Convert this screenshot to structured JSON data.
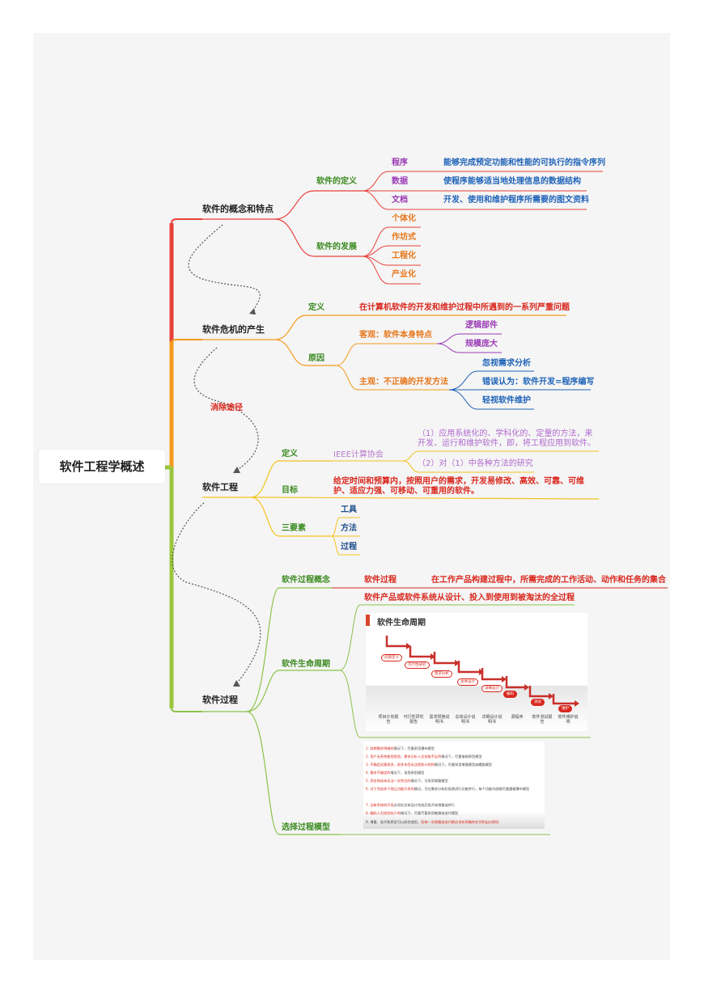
{
  "root": "软件工程学概述",
  "colors": {
    "red": "#e8413a",
    "orange": "#f39a1e",
    "yellowgreen": "#9bc63b",
    "green": "#8bc34a"
  },
  "s1": {
    "title": "软件的概念和特点",
    "def": {
      "label": "软件的定义",
      "items": [
        {
          "k": "程序",
          "v": "能够完成预定功能和性能的可执行的指令序列"
        },
        {
          "k": "数据",
          "v": "使程序能够适当地处理信息的数据结构"
        },
        {
          "k": "文档",
          "v": "开发、使用和维护程序所需要的图文资料"
        }
      ]
    },
    "dev": {
      "label": "软件的发展",
      "items": [
        "个体化",
        "作坊式",
        "工程化",
        "产业化"
      ]
    }
  },
  "s2": {
    "title": "软件危机的产生",
    "def_label": "定义",
    "def_text": "在计算机软件的开发和维护过程中所遇到的一系列严重问题",
    "reason_label": "原因",
    "objective": {
      "label": "客观：软件本身特点",
      "items": [
        "逻辑部件",
        "规模庞大"
      ]
    },
    "subjective": {
      "label": "主观：不正确的开发方法",
      "items": [
        "忽视需求分析",
        "错误认为：软件开发=程序编写",
        "轻视软件维护"
      ]
    }
  },
  "arrow_label": "消除途径",
  "s3": {
    "title": "软件工程",
    "def_label": "定义",
    "ieee": "IEEE计算协会",
    "ieee1": "（1）应用系统化的、学科化的、定量的方法，来开发、运行和维护软件，即，将工程应用到软件。",
    "ieee2": "（2）对（1）中各种方法的研究",
    "goal_label": "目标",
    "goal_text": "给定时间和预算内，按照用户的需求，开发易修改、高效、可靠、可维护、适应力强、可移动、可重用的软件。",
    "three_label": "三要素",
    "three": [
      "工具",
      "方法",
      "过程"
    ]
  },
  "s4": {
    "title": "软件过程",
    "concept_label": "软件过程概念",
    "concept_key": "软件过程",
    "concept_text": "在工作产品构建过程中，所需完成的工作活动、动作和任务的集合",
    "lifecycle_label": "软件生命周期",
    "lifecycle_text": "软件产品或软件系统从设计、投入到使用到被淘汰的全过程",
    "lifecycle_img": {
      "title": "软件生命周期",
      "steps": [
        "问题定义",
        "可行性研究",
        "需求分析",
        "总体设计",
        "详细设计",
        "编码",
        "测试",
        "维护"
      ],
      "docs": [
        "项目计划报告",
        "可行性研究报告",
        "需求规格说明书",
        "总体设计说明书",
        "详细设计说明书",
        "源程序",
        "软件测试报告",
        "软件维护说明"
      ]
    },
    "select_label": "选择过程模型",
    "select_img": {
      "lines": [
        {
          "red": "1. 前期需求明确的",
          "rest": "情况下，尽量采用瀑布模型"
        },
        {
          "red": "2. 用户无系统使用经验，需求分析人员技能不足的",
          "rest": "情况下，尽量借助原型模型"
        },
        {
          "red": "3. 不确定因素很多，很多东西无法提前计划的",
          "rest": "情况下，尽量采用增量模型或螺旋模型"
        },
        {
          "red": "4. 需求不确定的",
          "rest": "情况下，采用原型模型"
        },
        {
          "red": "5. 资金和成本无法一次到位的",
          "rest": "情况下，可采用增量模型"
        },
        {
          "red": "6. 对于完成多个独立功能开发的",
          "rest": "情况，可在需求分析阶段就进行功能并行，每个功能内部都尽量遵循瀑布模型"
        },
        {
          "red": "7. 全新系统的开发",
          "rest": "必须在总体设计完成后再开始增量或并行"
        },
        {
          "red": "8. 编码人员经验较少的",
          "rest": "情况下，尽量不要采用敏捷或迭代模型"
        },
        {
          "red": "9. 增量、迭代和原型可以综合使用，",
          "rest": "但每一次增量或迭代都必须有明确的交付和出口原则"
        }
      ]
    }
  }
}
